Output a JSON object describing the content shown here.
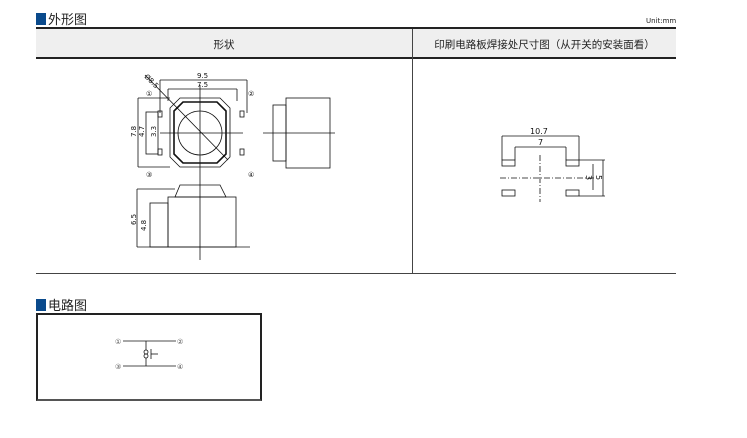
{
  "outline": {
    "title": "外形图",
    "unit": "Unit:mm",
    "col_shape": "形状",
    "col_pcb": "印刷电路板焊接处尺寸图（从开关的安装面看）"
  },
  "shape_dims": {
    "dia": "Ø8.5",
    "w1": "9.5",
    "w2": "7.5",
    "h1": "7.8",
    "h2": "4.7",
    "h3": "3.3",
    "side_h1": "6.5",
    "side_h2": "4.8",
    "p1": "①",
    "p2": "②",
    "p3": "③",
    "p4": "④"
  },
  "pcb_dims": {
    "w1": "10.7",
    "w2": "7",
    "h1": "3",
    "h2": "5"
  },
  "circuit": {
    "title": "电路图",
    "p1": "①",
    "p2": "②",
    "p3": "③",
    "p4": "④"
  }
}
